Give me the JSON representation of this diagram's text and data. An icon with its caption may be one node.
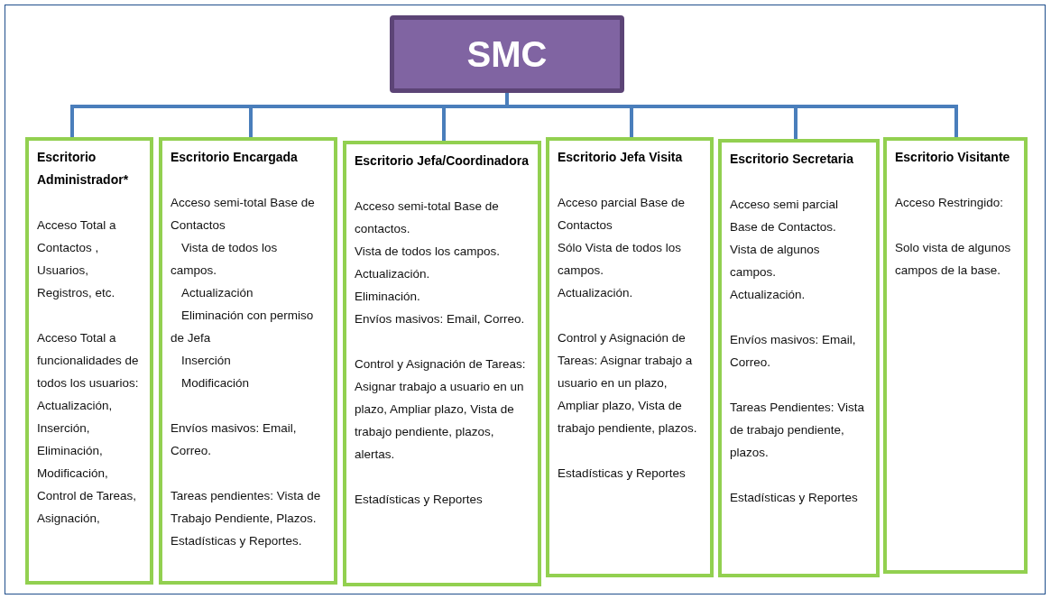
{
  "diagram": {
    "nodes": [
      {
        "text": [
          "SMC"
        ]
      },
      {
        "text": [
          "Escritorio Administrador*",
          "Acceso Total a Contactos , Usuarios, Registros, etc.",
          "Acceso Total a funcionalidades de todos los usuarios: Actualización, Inserción, Eliminación, Modificación, Control de Tareas, Asignación,"
        ]
      },
      {
        "text": [
          "Escritorio Encargada",
          "Acceso semi-total Base de Contactos",
          "Vista de todos los campos.",
          "Actualización",
          "Eliminación con permiso de Jefa",
          "Inserción",
          "Modificación",
          "Envíos masivos: Email, Correo.",
          "Tareas pendientes: Vista de Trabajo Pendiente, Plazos.",
          "Estadísticas y Reportes."
        ]
      },
      {
        "text": [
          "Escritorio Jefa/Coordinadora",
          "Acceso semi-total Base de contactos.",
          "Vista de todos los campos.",
          "Actualización.",
          "Eliminación.",
          "Envíos masivos: Email, Correo.",
          "Control y Asignación de Tareas:",
          "Asignar trabajo a usuario en un plazo, Ampliar plazo, Vista de trabajo pendiente, plazos, alertas.",
          "Estadísticas y Reportes"
        ]
      },
      {
        "text": [
          "Escritorio Jefa Visita",
          "Acceso parcial Base de Contactos",
          "Sólo Vista de todos los campos.",
          "Actualización.",
          "Control y Asignación de Tareas: Asignar trabajo a usuario en un plazo, Ampliar plazo, Vista de trabajo pendiente, plazos.",
          "Estadísticas y Reportes"
        ]
      },
      {
        "text": [
          "Escritorio Secretaria",
          "Acceso semi parcial Base de Contactos.",
          "Vista de algunos campos.",
          "Actualización.",
          "Envíos masivos: Email, Correo.",
          "Tareas Pendientes: Vista de trabajo pendiente, plazos.",
          "Estadísticas y Reportes"
        ]
      },
      {
        "text": [
          "Escritorio Visitante",
          "Acceso Restringido:",
          "Solo vista de algunos campos de la base."
        ]
      }
    ],
    "edges": [
      {
        "from": 0,
        "to": 1,
        "arrow": "none"
      },
      {
        "from": 0,
        "to": 2,
        "arrow": "none"
      },
      {
        "from": 0,
        "to": 3,
        "arrow": "none"
      },
      {
        "from": 0,
        "to": 4,
        "arrow": "none"
      },
      {
        "from": 0,
        "to": 5,
        "arrow": "none"
      },
      {
        "from": 0,
        "to": 6,
        "arrow": "none"
      }
    ]
  }
}
